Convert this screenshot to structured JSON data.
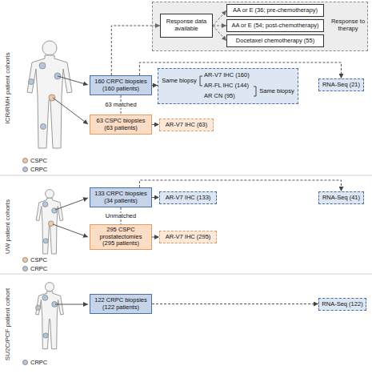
{
  "diagram": {
    "nodes": [
      {
        "text": [
          "Response to therapy"
        ]
      },
      {
        "text": [
          "Response data available"
        ],
        "in": 0
      },
      {
        "text": [
          "AA or E (36; pre-chemotherapy)"
        ],
        "in": 0
      },
      {
        "text": [
          "AA or E (54; post-chemotherapy)"
        ],
        "in": 0
      },
      {
        "text": [
          "Docetaxel chemotherapy (55)"
        ],
        "in": 0
      },
      {
        "text": [
          "160 CRPC biopsies (160 patients)"
        ]
      },
      {
        "text": [
          "Same biopsy",
          "AR-V7 IHC (160)",
          "AR-FL IHC (144)",
          "AR CN (95)",
          "Same biopsy"
        ]
      },
      {
        "text": [
          "RNA-Seq (21)"
        ]
      },
      {
        "text": [
          "63 CSPC biopsies (63 patients)"
        ]
      },
      {
        "text": [
          "AR-V7 IHC (63)"
        ]
      },
      {
        "text": [
          "133 CRPC biopsies (34 patients)"
        ]
      },
      {
        "text": [
          "AR-V7 IHC (133)"
        ]
      },
      {
        "text": [
          "RNA-Seq (41)"
        ]
      },
      {
        "text": [
          "295 CSPC prostatectomies (295 patients)"
        ]
      },
      {
        "text": [
          "AR-V7 IHC (295)"
        ]
      },
      {
        "text": [
          "122 CRPC biopsies (122 patients)"
        ]
      },
      {
        "text": [
          "RNA-Seq (122)"
        ]
      }
    ],
    "edges": [
      {
        "from": 5,
        "to": 1,
        "arrow": "to"
      },
      {
        "from": 1,
        "to": 2,
        "arrow": "to"
      },
      {
        "from": 1,
        "to": 3,
        "arrow": "to"
      },
      {
        "from": 1,
        "to": 4,
        "arrow": "to"
      },
      {
        "from": 5,
        "to": 6,
        "arrow": "to"
      },
      {
        "from": 5,
        "to": 7,
        "arrow": "to"
      },
      {
        "from": 5,
        "to": 8,
        "label": "63 matched",
        "arrow": "none"
      },
      {
        "from": 8,
        "to": 9,
        "arrow": "to"
      },
      {
        "from": 10,
        "to": 11,
        "arrow": "to"
      },
      {
        "from": 10,
        "to": 12,
        "arrow": "to"
      },
      {
        "from": 10,
        "to": 13,
        "label": "Unmatched",
        "arrow": "none"
      },
      {
        "from": 13,
        "to": 14,
        "arrow": "to"
      },
      {
        "from": 15,
        "to": 16,
        "arrow": "to"
      }
    ],
    "labels": [
      "ICR/RMH patient cohorts",
      "UW patient cohorts",
      "SU2C/PCF patient cohort"
    ],
    "legend": [
      {
        "text": "CSPC",
        "color": "#f5c6a0"
      },
      {
        "text": "CRPC",
        "color": "#b3c6e0"
      },
      {
        "text": "CSPC",
        "color": "#f5c6a0"
      },
      {
        "text": "CRPC",
        "color": "#b3c6e0"
      },
      {
        "text": "CRPC",
        "color": "#b3c6e0"
      }
    ]
  }
}
